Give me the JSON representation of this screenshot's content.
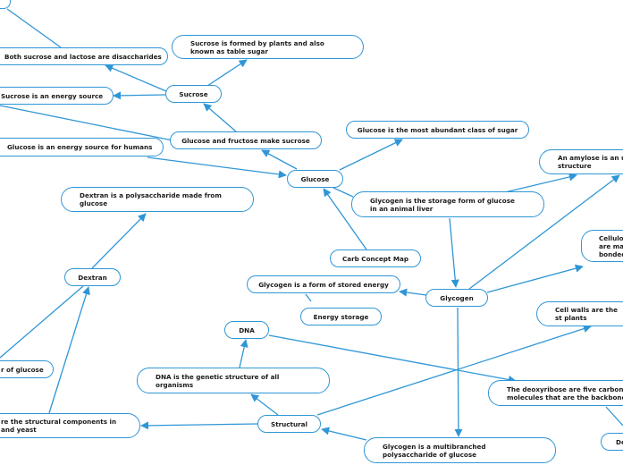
{
  "colors": {
    "edge": "#2f96d6",
    "node_border": "#2f96d6",
    "node_fill": "#ffffff",
    "text": "#1a1a1a"
  },
  "nodes": {
    "topic_left": "",
    "sucrose_disaccharides": "Both sucrose and lactose are disaccharides",
    "sucrose_formed": "Sucrose is formed by plants and also known as table sugar",
    "sucrose": "Sucrose",
    "sucrose_energy": "Sucrose is an energy source",
    "glucose_fructose": "Glucose and fructose make sucrose",
    "glucose_energy": "Glucose is an energy source for humans",
    "glucose_abundant": "Glucose is the most abundant class of sugar",
    "glucose": "Glucose",
    "amylose": "An amylose is an u structure",
    "glycogen_storage": "Glycogen is the storage form of glucose in an animal liver",
    "dextran_poly": "Dextran is a polysaccharide made from glucose",
    "cellulose": "Cellulo are ma bonded",
    "carb_map": "Carb Concept Map",
    "dextran": "Dextran",
    "glycogen_form": "Glycogen is a form of stored energy",
    "glycogen": "Glycogen",
    "energy_storage": "Energy storage",
    "cell_walls": "Cell walls are the st plants",
    "dna": "DNA",
    "polymer_glucose": "r of glucose",
    "dna_genetic": "DNA is the genetic structure of all organisms",
    "deoxyribose": "The deoxyribose are five carbon s molecules that are the backbone",
    "structural_components": "re the structural components in and yeast",
    "structural": "Structural",
    "glycogen_multi": "Glycogen is a multibranched polysaccharide of glucose",
    "de": "De"
  }
}
